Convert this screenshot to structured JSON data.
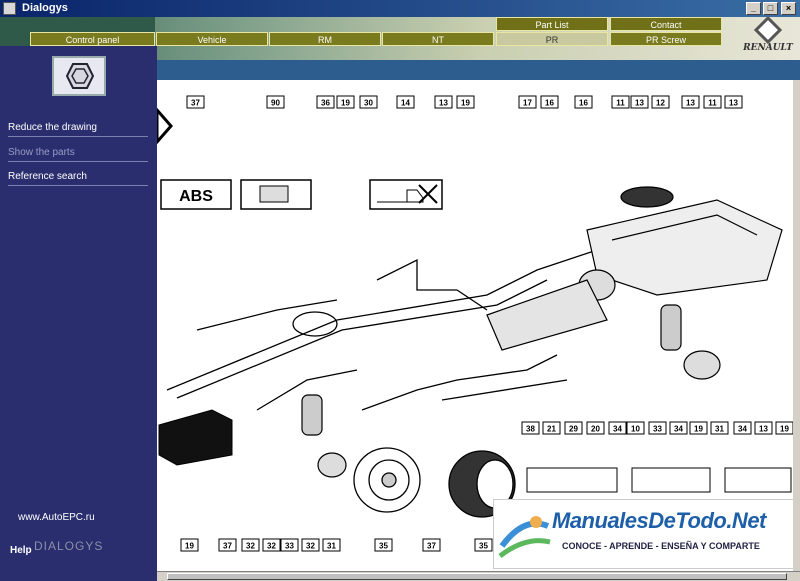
{
  "window": {
    "title": "Dialogys",
    "buttons": [
      "_",
      "□",
      "×"
    ]
  },
  "tabs_top": [
    {
      "label": "Part List"
    },
    {
      "label": "Contact"
    }
  ],
  "tabs_main": [
    {
      "label": "Control panel"
    },
    {
      "label": "Vehicle"
    },
    {
      "label": "RM"
    },
    {
      "label": "NT"
    },
    {
      "label": "PR",
      "active": true
    },
    {
      "label": "PR Screw"
    }
  ],
  "brand": {
    "name": "RENAULT"
  },
  "sidebar": {
    "icon": "hex-nut-icon",
    "items": [
      {
        "label": "Reduce the drawing"
      },
      {
        "label": "Show the parts"
      },
      {
        "label": "Reference search"
      }
    ],
    "url": "www.AutoEPC.ru",
    "help": "Help",
    "brand": "DIALOGYS"
  },
  "diagram": {
    "top_callouts": [
      "37",
      "90",
      "36",
      "19",
      "30",
      "14",
      "13",
      "19",
      "17",
      "16",
      "16",
      "11",
      "13",
      "12",
      "13",
      "11",
      "13"
    ],
    "bottom_callouts": [
      "19",
      "37",
      "32",
      "32",
      "33",
      "32",
      "31",
      "35",
      "37",
      "35"
    ],
    "right_callouts": [
      "38",
      "21",
      "29",
      "20",
      "34",
      "10",
      "33",
      "34",
      "19",
      "31",
      "34",
      "13",
      "19"
    ],
    "abs_label": "ABS"
  },
  "watermark": {
    "title": "ManualesDeTodo.Net",
    "tagline": "CONOCE - APRENDE - ENSEÑA Y COMPARTE"
  },
  "colors": {
    "sidebar": "#2a2e6e",
    "bluebar": "#2d5d8e",
    "tab": "#7a7a1e"
  }
}
